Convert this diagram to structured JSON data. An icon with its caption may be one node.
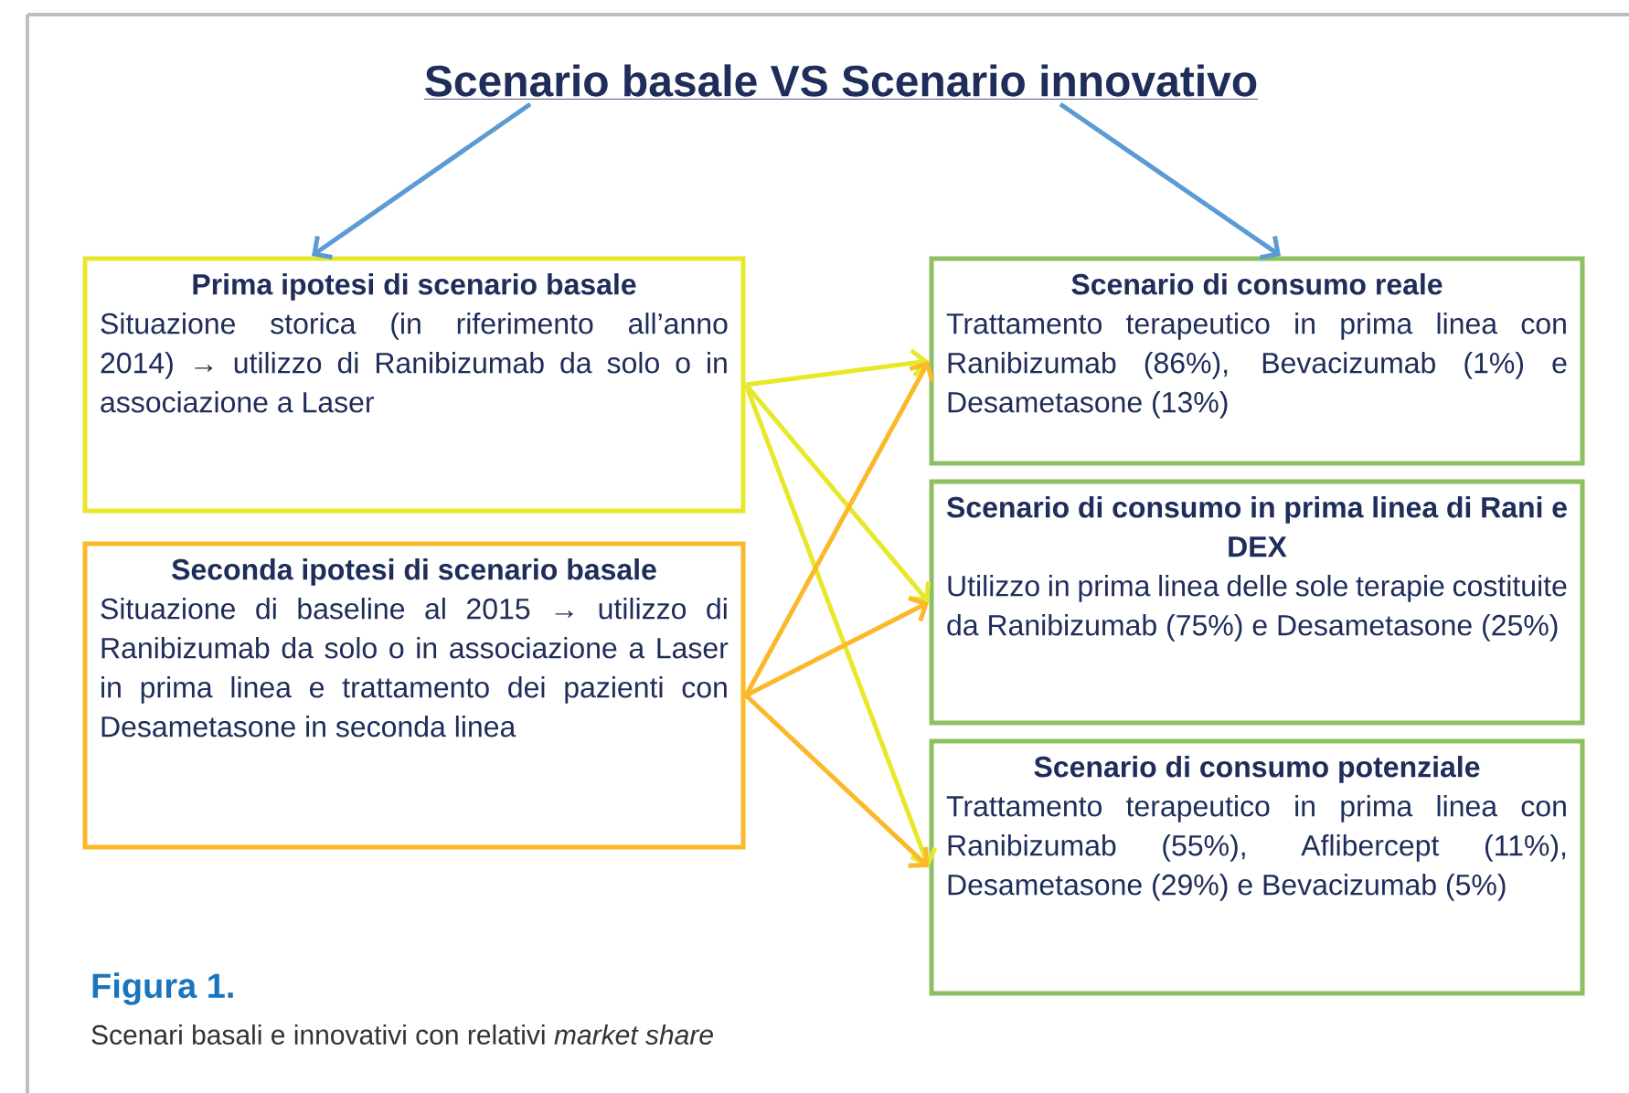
{
  "diagram": {
    "nodes": [
      {
        "text": [
          "Scenario basale VS Scenario innovativo"
        ]
      },
      {
        "text": [
          "Prima ipotesi di scenario basale",
          "Situazione storica (in riferimento all’anno 2014) → utilizzo di Ranibizumab da solo o in associazione a Laser"
        ]
      },
      {
        "text": [
          "Seconda ipotesi di scenario basale",
          "Situazione di baseline al 2015 → utilizzo di Ranibizumab da solo o in associazione a Laser in prima linea e trattamento dei pazienti con Desametasone in seconda linea"
        ]
      },
      {
        "text": [
          "Scenario di consumo reale",
          "Trattamento terapeutico in prima linea con Ranibizumab (86%), Bevacizumab (1%) e Desametasone (13%)"
        ]
      },
      {
        "text": [
          "Scenario di consumo in prima linea di Rani e DEX",
          "Utilizzo in prima linea delle sole terapie costituite da Ranibizumab (75%) e Desametasone (25%)"
        ]
      },
      {
        "text": [
          "Scenario di consumo potenziale",
          "Trattamento terapeutico in prima linea con Ranibizumab (55%), Aflibercept (11%), Desametasone (29%) e Bevacizumab (5%)"
        ]
      }
    ],
    "edges": [
      {
        "from": 0,
        "to": 1,
        "arrow": "to",
        "color": "#5b9bd5"
      },
      {
        "from": 0,
        "to": 3,
        "arrow": "to",
        "color": "#5b9bd5"
      },
      {
        "from": 1,
        "to": 3,
        "arrow": "to",
        "color": "#e8e82a"
      },
      {
        "from": 1,
        "to": 4,
        "arrow": "to",
        "color": "#e8e82a"
      },
      {
        "from": 1,
        "to": 5,
        "arrow": "to",
        "color": "#e8e82a"
      },
      {
        "from": 2,
        "to": 3,
        "arrow": "to",
        "color": "#fbb829"
      },
      {
        "from": 2,
        "to": 4,
        "arrow": "to",
        "color": "#fbb829"
      },
      {
        "from": 2,
        "to": 5,
        "arrow": "to",
        "color": "#fbb829"
      }
    ],
    "labels": [
      "Figura 1."
    ],
    "caption": "Scenari basali e innovativi con relativi *market share*"
  }
}
